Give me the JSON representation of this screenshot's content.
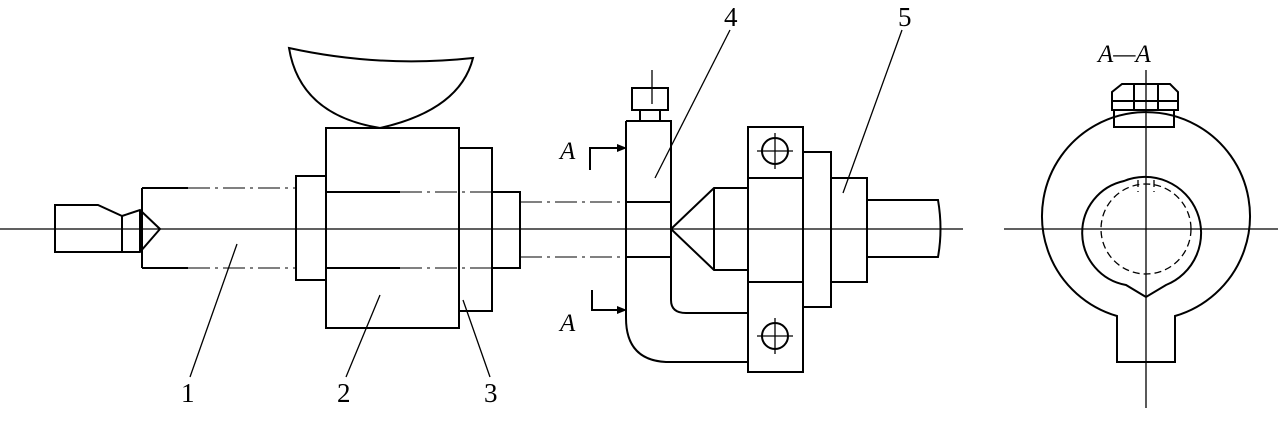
{
  "section_title": "A—A",
  "section_marks": {
    "top": "A",
    "bottom": "A"
  },
  "callouts": [
    "1",
    "2",
    "3",
    "4",
    "5"
  ]
}
